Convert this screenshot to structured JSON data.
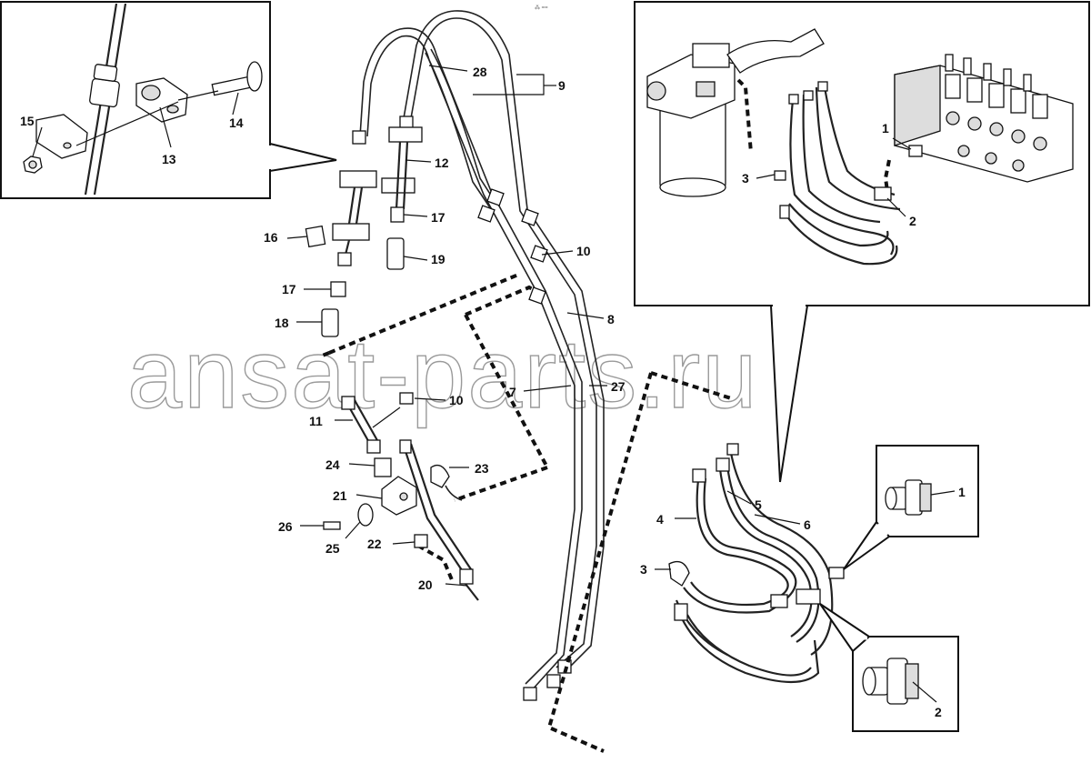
{
  "watermark": "ansat-parts.ru",
  "corner_mark": "⁂ ==",
  "callouts": {
    "c1a": "1",
    "c2a": "2",
    "c3a": "3",
    "c1b": "1",
    "c2b": "2",
    "c3b": "3",
    "c4": "4",
    "c5": "5",
    "c6": "6",
    "c7": "7",
    "c8": "8",
    "c9": "9",
    "c10a": "10",
    "c10b": "10",
    "c11": "11",
    "c12": "12",
    "c13": "13",
    "c14": "14",
    "c15": "15",
    "c16": "16",
    "c17a": "17",
    "c17b": "17",
    "c18": "18",
    "c19": "19",
    "c20": "20",
    "c21": "21",
    "c22": "22",
    "c23": "23",
    "c24": "24",
    "c25": "25",
    "c26": "26",
    "c27": "27",
    "c28": "28"
  },
  "colors": {
    "line": "#111111",
    "watermark_stroke": "#9a9a9a",
    "background": "#ffffff"
  }
}
